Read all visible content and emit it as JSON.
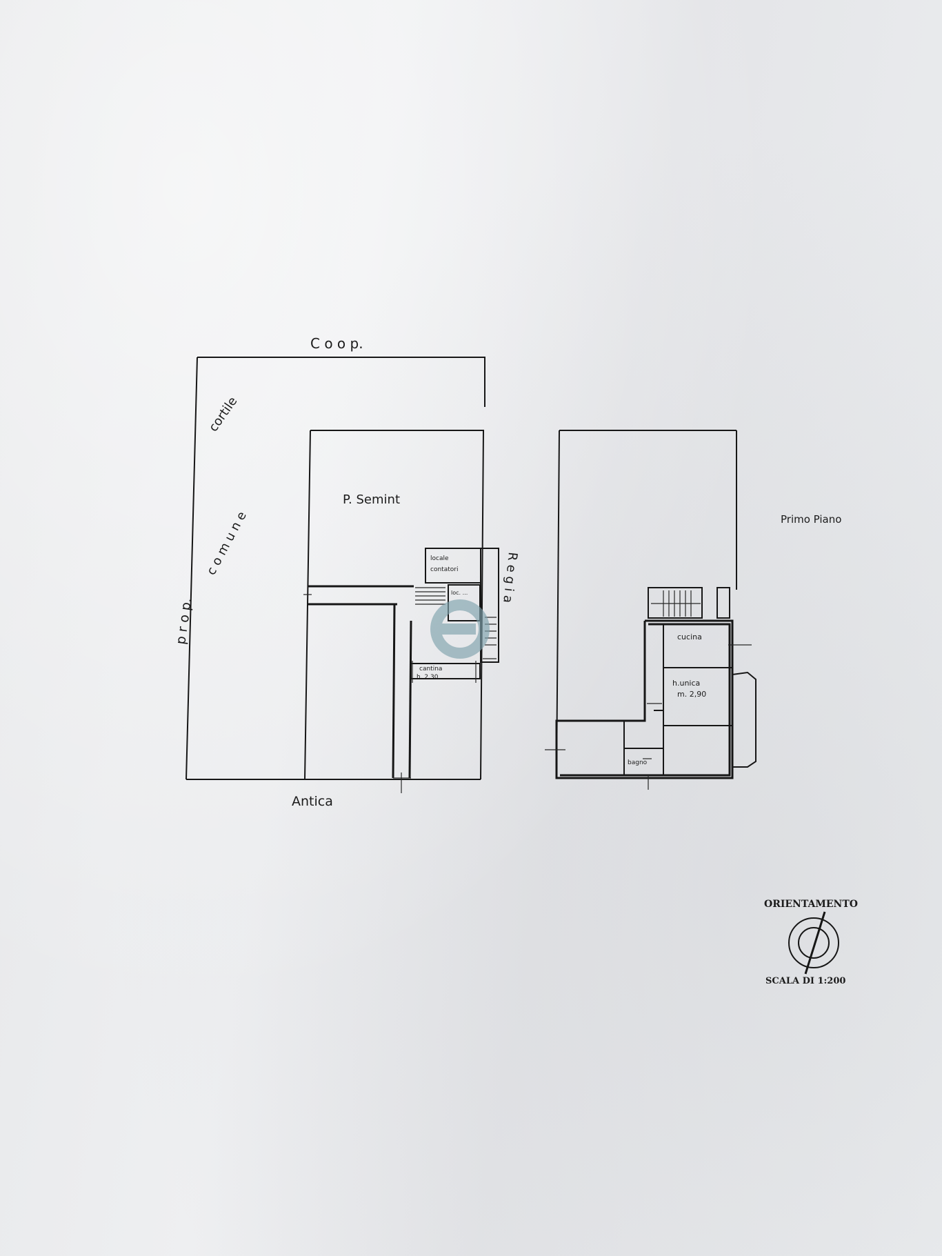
{
  "plan": {
    "labels": {
      "top_street": "C o o p.",
      "courtyard_1": "cortile",
      "courtyard_2": "c o m u n e",
      "left_property": "p r o p.",
      "basement": "P. Semint",
      "right_side": "R e g i a",
      "bottom_street": "Antica",
      "first_floor": "Primo Piano",
      "small_room_1a": "locale",
      "small_room_1b": "contatori",
      "small_room_2": "loc. ...",
      "cellar_a": "cantina",
      "cellar_b": "h. 2,30",
      "room_kitchen": "cucina",
      "room_main_a": "h.unica",
      "room_main_b": "m. 2,90",
      "room_bath": "bagno"
    },
    "legend": {
      "orientation_title": "ORIENTAMENTO",
      "scale_text": "SCALA DI 1:200"
    }
  },
  "watermark": {
    "color": "#7fa3ad"
  }
}
